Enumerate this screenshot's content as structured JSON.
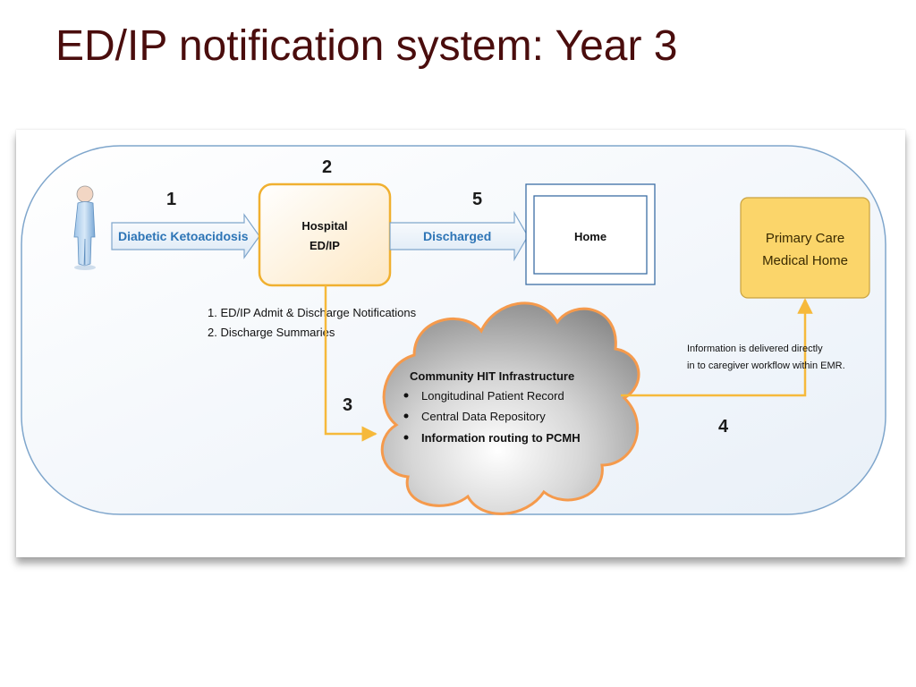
{
  "title": "ED/IP notification system: Year 3",
  "diagram": {
    "steps": {
      "s1": "1",
      "s2": "2",
      "s3": "3",
      "s4": "4",
      "s5": "5"
    },
    "arrow_patient": "Diabetic Ketoacidosis",
    "hospital": {
      "line1": "Hospital",
      "line2": "ED/IP"
    },
    "arrow_discharge": "Discharged",
    "home": "Home",
    "pcmh": {
      "line1": "Primary Care",
      "line2": "Medical Home"
    },
    "notifications": [
      "1. ED/IP Admit & Discharge Notifications",
      "2. Discharge Summaries"
    ],
    "cloud": {
      "title": "Community HIT Infrastructure",
      "items": [
        "Longitudinal Patient Record",
        "Central Data Repository",
        "Information routing to PCMH"
      ]
    },
    "info_note": {
      "line1": "Information is delivered directly",
      "line2": "in to caregiver workflow within EMR."
    },
    "colors": {
      "title": "#4a0d0d",
      "frame_stroke": "#7fa6cc",
      "arrow_label": "#2e75b6",
      "hospital_border": "#f0b030",
      "pcmh_fill": "#fbd56a",
      "cloud_outline": "#f59a4c",
      "connector": "#f6b93b"
    }
  }
}
